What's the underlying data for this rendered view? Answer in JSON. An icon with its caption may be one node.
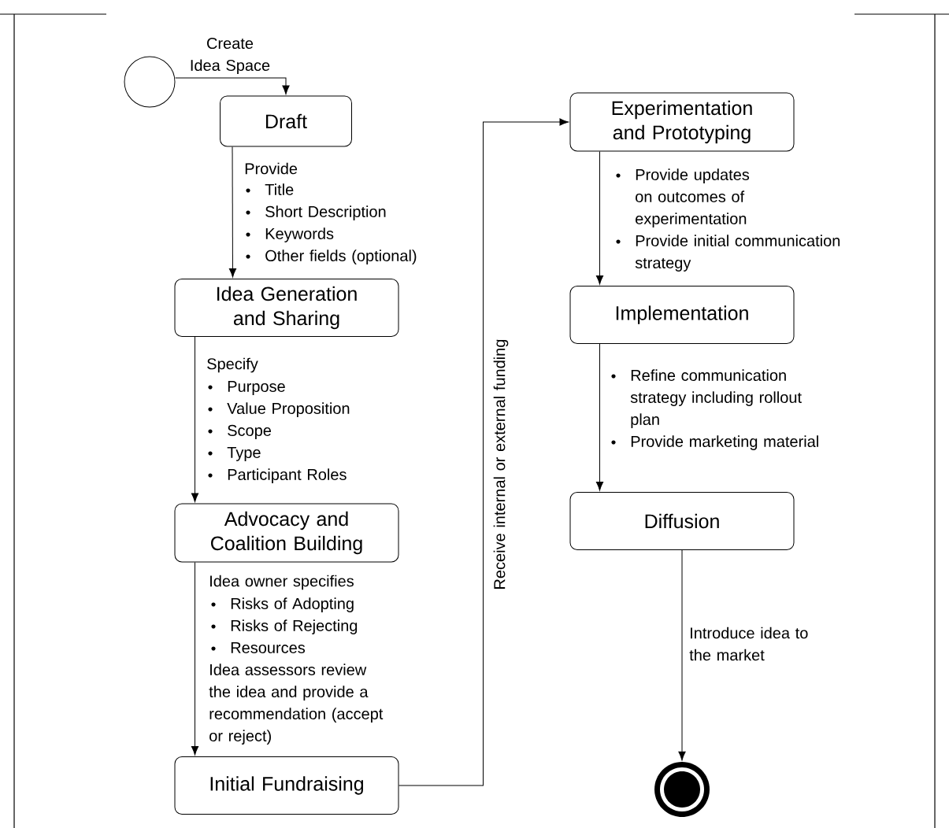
{
  "diagram": {
    "nodes": [
      {
        "text": [],
        "shape": "circle"
      },
      {
        "text": [
          "Draft"
        ]
      },
      {
        "text": [
          "Idea Generation and Sharing"
        ]
      },
      {
        "text": [
          "Advocacy and Coalition Building"
        ]
      },
      {
        "text": [
          "Initial Fundraising"
        ]
      },
      {
        "text": [
          "Experimentation and Prototyping"
        ]
      },
      {
        "text": [
          "Implementation"
        ]
      },
      {
        "text": [
          "Diffusion"
        ]
      },
      {
        "text": [],
        "shape": "circle"
      }
    ],
    "edges": [
      {
        "from": 0,
        "to": 1,
        "arrow": "to",
        "label": "Create Idea Space"
      },
      {
        "from": 1,
        "to": 2,
        "arrow": "to",
        "label": "Provide"
      },
      {
        "from": 2,
        "to": 3,
        "arrow": "to",
        "label": "Specify"
      },
      {
        "from": 3,
        "to": 4,
        "arrow": "to",
        "label": "Idea owner specifies"
      },
      {
        "from": 4,
        "to": 5,
        "arrow": "to",
        "label": "Receive internal or external funding"
      },
      {
        "from": 5,
        "to": 6,
        "arrow": "to"
      },
      {
        "from": 6,
        "to": 7,
        "arrow": "to"
      },
      {
        "from": 7,
        "to": 8,
        "arrow": "to",
        "label": "Introduce idea to the market"
      }
    ],
    "labels": [
      "Title",
      "Short Description",
      "Keywords",
      "Other fields (optional)",
      "Purpose",
      "Value Proposition",
      "Scope",
      "Type",
      "Participant Roles",
      "Risks of Adopting",
      "Risks of Rejecting",
      "Resources",
      "Idea assessors review the idea and provide a recommendation (accept or reject)",
      "Provide updates on outcomes of experimentation",
      "Provide initial communication strategy",
      "Refine communication strategy including rollout plan",
      "Provide marketing material"
    ]
  }
}
